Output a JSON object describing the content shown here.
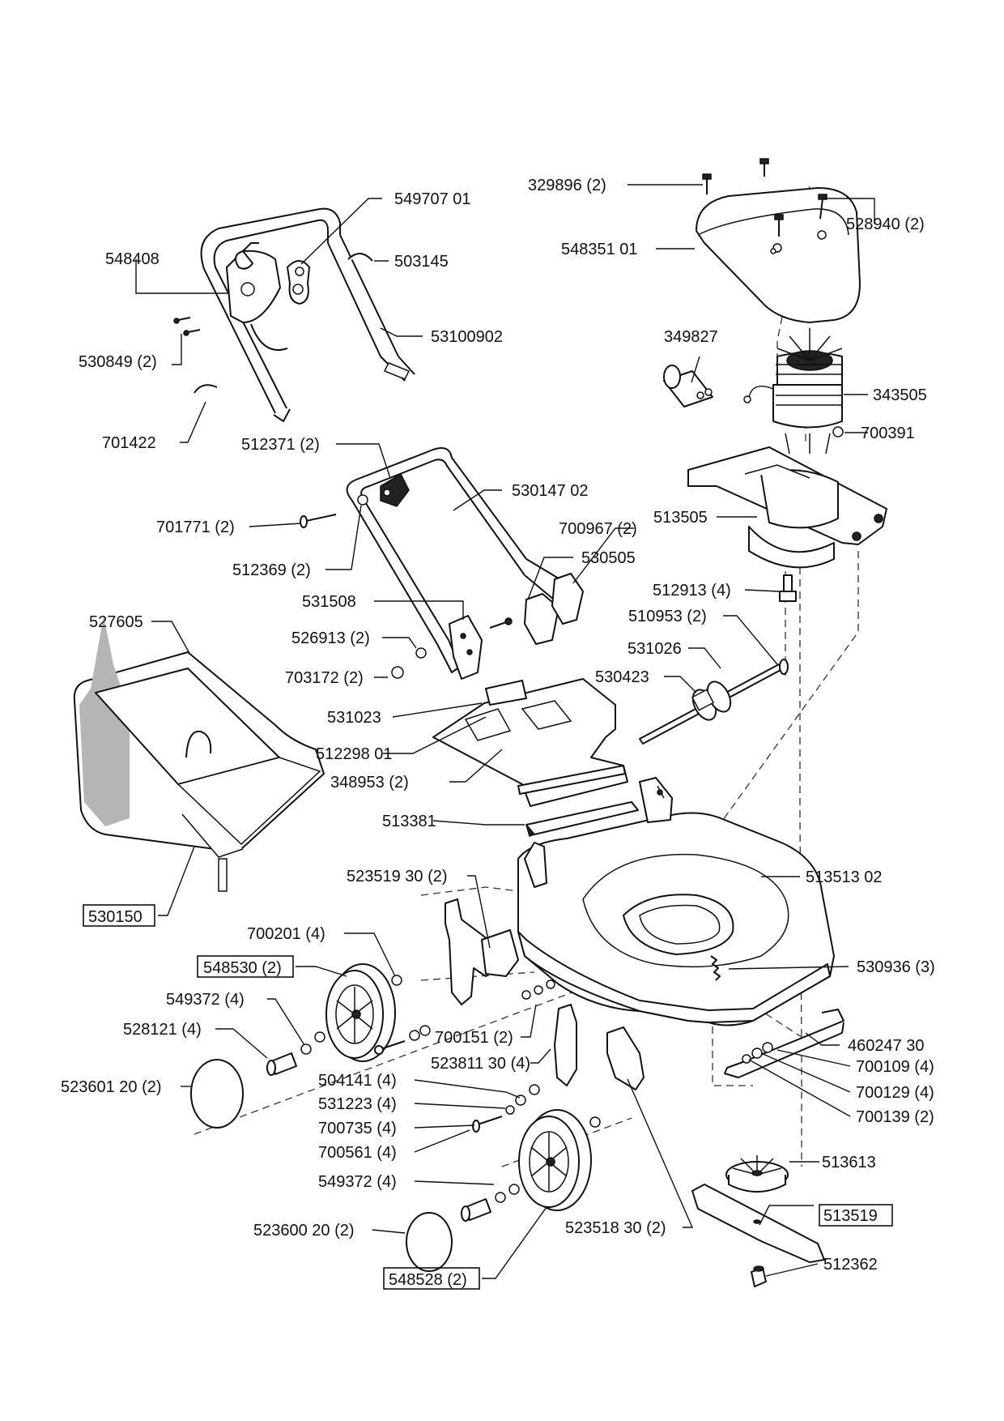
{
  "diagram": {
    "callouts": {
      "c329896": "329896 (2)",
      "c528940": "528940 (2)",
      "c548351": "548351 01",
      "c549707": "549707 01",
      "c548408": "548408",
      "c503145": "503145",
      "c53100902": "53100902",
      "c530849": "530849 (2)",
      "c701422": "701422",
      "c349827": "349827",
      "c343505": "343505",
      "c700391": "700391",
      "c512371": "512371 (2)",
      "c530147": "530147 02",
      "c701771": "701771 (2)",
      "c513505": "513505",
      "c700967": "700967 (2)",
      "c530505": "530505",
      "c512369": "512369 (2)",
      "c512913": "512913 (4)",
      "c531508": "531508",
      "c510953": "510953 (2)",
      "c527605": "527605",
      "c526913": "526913 (2)",
      "c531026": "531026",
      "c703172": "703172 (2)",
      "c530423": "530423",
      "c531023": "531023",
      "c512298": "512298 01",
      "c348953": "348953 (2)",
      "c513381": "513381",
      "c523519": "523519 30 (2)",
      "c513513": "513513 02",
      "c530150": "530150",
      "c700201": "700201 (4)",
      "c548530": "548530 (2)",
      "c530936": "530936 (3)",
      "c549372a": "549372 (4)",
      "c528121": "528121 (4)",
      "c700151": "700151 (2)",
      "c460247": "460247 30",
      "c523811": "523811 30 (4)",
      "c700109": "700109 (4)",
      "c523601": "523601 20 (2)",
      "c504141": "504141 (4)",
      "c700129": "700129 (4)",
      "c531223": "531223 (4)",
      "c700139": "700139 (2)",
      "c700735": "700735 (4)",
      "c700561": "700561 (4)",
      "c513613": "513613",
      "c549372b": "549372 (4)",
      "c513519": "513519",
      "c523600": "523600 20 (2)",
      "c523518": "523518 30 (2)",
      "c512362": "512362",
      "c548528": "548528 (2)"
    }
  }
}
